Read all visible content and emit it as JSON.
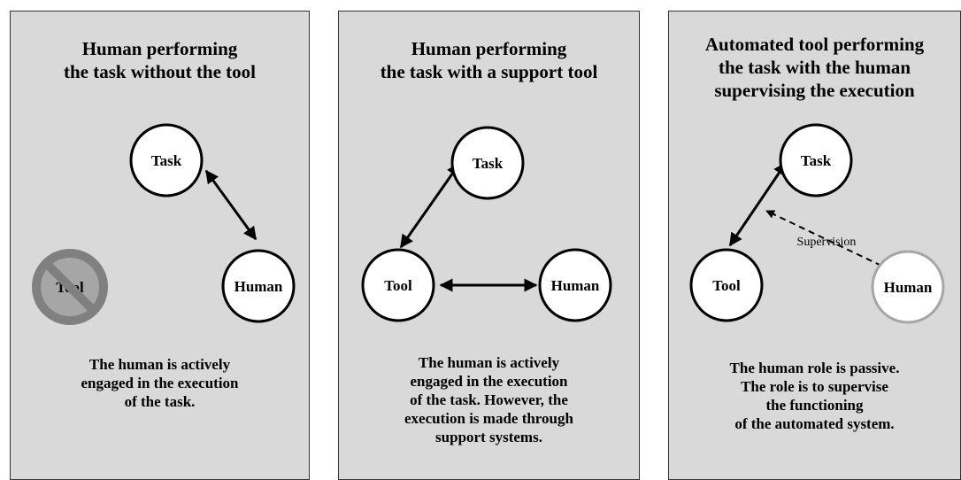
{
  "panels": [
    {
      "title_lines": [
        "Human performing",
        "the task without the tool"
      ],
      "nodes": {
        "task": "Task",
        "human": "Human",
        "tool": "Tool"
      },
      "caption_lines": [
        "The human is actively",
        "engaged in the execution",
        "of the task."
      ]
    },
    {
      "title_lines": [
        "Human performing",
        "the task with a support tool"
      ],
      "nodes": {
        "task": "Task",
        "tool": "Tool",
        "human": "Human"
      },
      "caption_lines": [
        "The human is actively",
        "engaged in the execution",
        "of the task. However, the",
        "execution is made through",
        "support systems."
      ]
    },
    {
      "title_lines": [
        "Automated tool performing",
        "the task with the human",
        "supervising the execution"
      ],
      "nodes": {
        "task": "Task",
        "tool": "Tool",
        "human": "Human"
      },
      "edge_label": "Supervision",
      "caption_lines": [
        "The human role is passive.",
        "The role is to supervise",
        "the functioning",
        "of the automated system."
      ]
    }
  ],
  "colors": {
    "panel_bg": "#d9d9d9",
    "prohibited_fill": "#a6a6a6",
    "prohibited_ring": "#808080",
    "passive_node_border": "#a6a6a6"
  }
}
